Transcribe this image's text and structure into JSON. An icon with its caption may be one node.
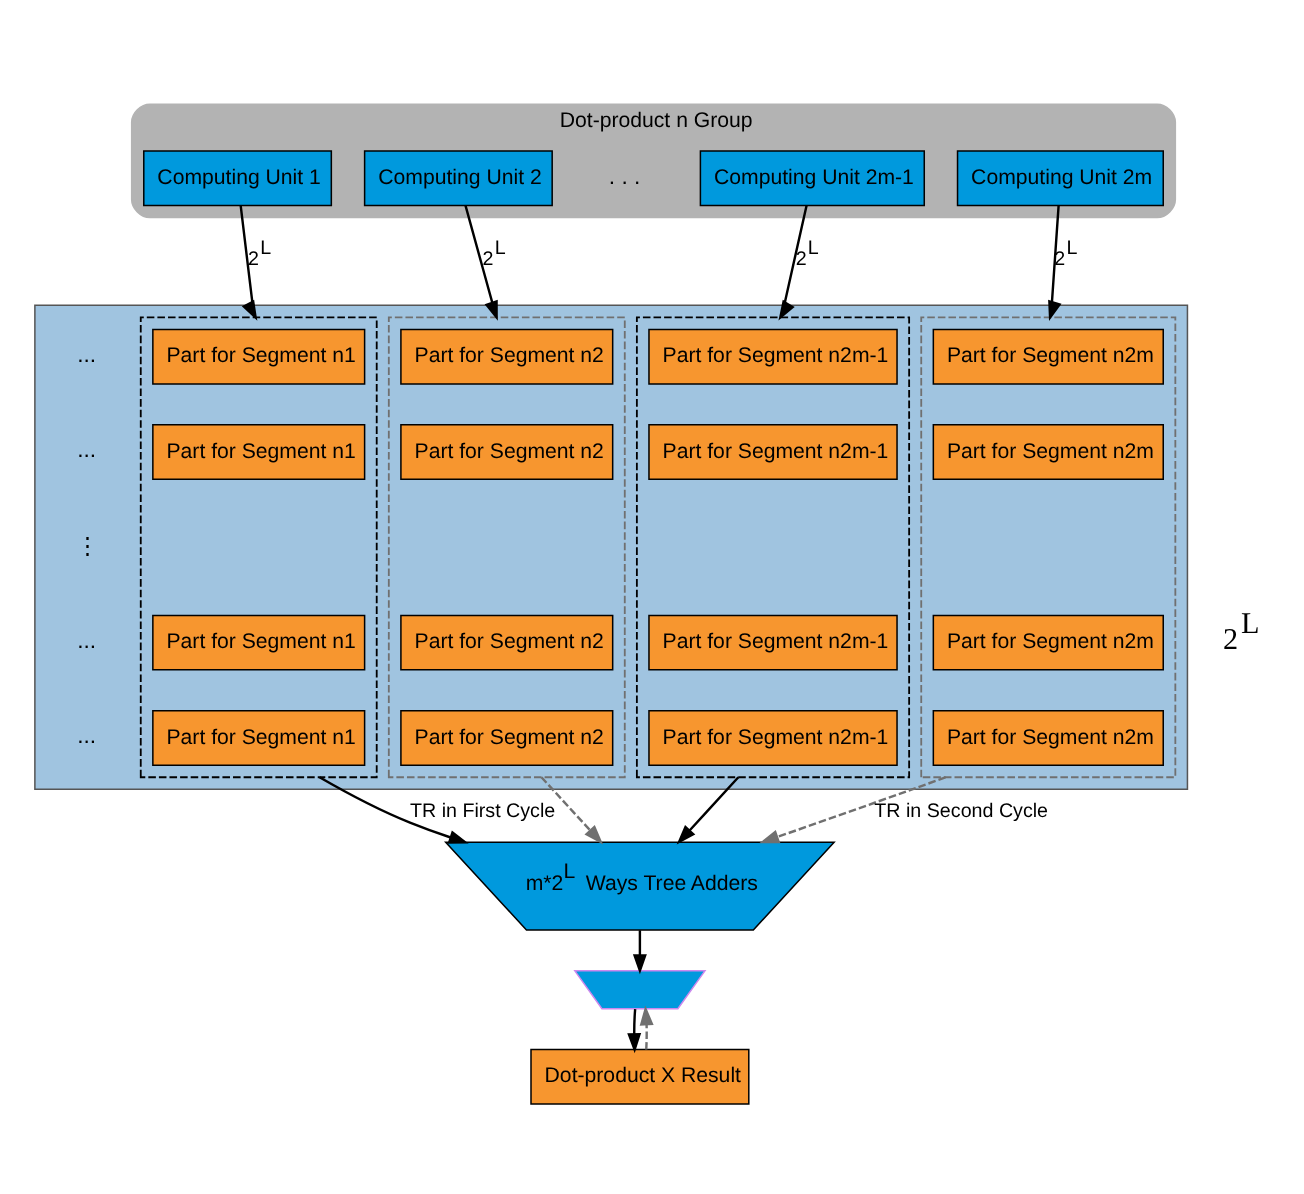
{
  "diagram": {
    "nodes": [
      {
        "text": [
          "Dot-product n Group"
        ]
      },
      {
        "text": [
          "Computing Unit 1"
        ],
        "in": 0
      },
      {
        "text": [
          "Computing Unit 2"
        ],
        "in": 0
      },
      {
        "text": [
          "Computing Unit 2m-1"
        ],
        "in": 0
      },
      {
        "text": [
          "Computing Unit 2m"
        ],
        "in": 0
      },
      {
        "text": [],
        "shape": "box"
      },
      {
        "text": [],
        "shape": "box",
        "in": 5
      },
      {
        "text": [
          "Part for Segment n1"
        ],
        "in": 6
      },
      {
        "text": [
          "Part for Segment n1"
        ],
        "in": 6
      },
      {
        "text": [
          "Part for Segment n1"
        ],
        "in": 6
      },
      {
        "text": [
          "Part for Segment n1"
        ],
        "in": 6
      },
      {
        "text": [],
        "shape": "box",
        "in": 5
      },
      {
        "text": [
          "Part for Segment n2"
        ],
        "in": 11
      },
      {
        "text": [
          "Part for Segment n2"
        ],
        "in": 11
      },
      {
        "text": [
          "Part for Segment n2"
        ],
        "in": 11
      },
      {
        "text": [
          "Part for Segment n2"
        ],
        "in": 11
      },
      {
        "text": [],
        "shape": "box",
        "in": 5
      },
      {
        "text": [
          "Part for Segment n2m-1"
        ],
        "in": 16
      },
      {
        "text": [
          "Part for Segment n2m-1"
        ],
        "in": 16
      },
      {
        "text": [
          "Part for Segment n2m-1"
        ],
        "in": 16
      },
      {
        "text": [
          "Part for Segment n2m-1"
        ],
        "in": 16
      },
      {
        "text": [],
        "shape": "box",
        "in": 5
      },
      {
        "text": [
          "Part for Segment n2m"
        ],
        "in": 21
      },
      {
        "text": [
          "Part for Segment n2m"
        ],
        "in": 21
      },
      {
        "text": [
          "Part for Segment n2m"
        ],
        "in": 21
      },
      {
        "text": [
          "Part for Segment n2m"
        ],
        "in": 21
      },
      {
        "text": [
          "m*2$^{L}$ Ways Tree Adders"
        ]
      },
      {
        "text": [],
        "shape": "chevron"
      },
      {
        "text": [
          "Dot-product X Result"
        ]
      }
    ],
    "edges": [
      {
        "from": 1,
        "to": 6,
        "arrow": "to",
        "label": "2$^{L}$"
      },
      {
        "from": 2,
        "to": 11,
        "arrow": "to",
        "label": "2$^{L}$"
      },
      {
        "from": 3,
        "to": 16,
        "arrow": "to",
        "label": "2$^{L}$"
      },
      {
        "from": 4,
        "to": 21,
        "arrow": "to",
        "label": "2$^{L}$"
      },
      {
        "from": 6,
        "to": 26,
        "arrow": "to",
        "label": "TR in First Cycle"
      },
      {
        "from": 16,
        "to": 26,
        "arrow": "to"
      },
      {
        "from": 11,
        "to": 26,
        "arrow": "to",
        "style": "dashed",
        "color": "#707070"
      },
      {
        "from": 21,
        "to": 26,
        "arrow": "to",
        "label": "TR in Second Cycle",
        "style": "dashed",
        "color": "#707070"
      },
      {
        "from": 26,
        "to": 27,
        "arrow": "to"
      },
      {
        "from": 28,
        "to": 27,
        "arrow": "to",
        "style": "dashed",
        "color": "#707070"
      },
      {
        "from": 27,
        "to": 28,
        "arrow": "to"
      }
    ],
    "labels": [
      ". . .",
      "...",
      "...",
      "⋮",
      "...",
      "...",
      "2$^{L}$"
    ]
  }
}
